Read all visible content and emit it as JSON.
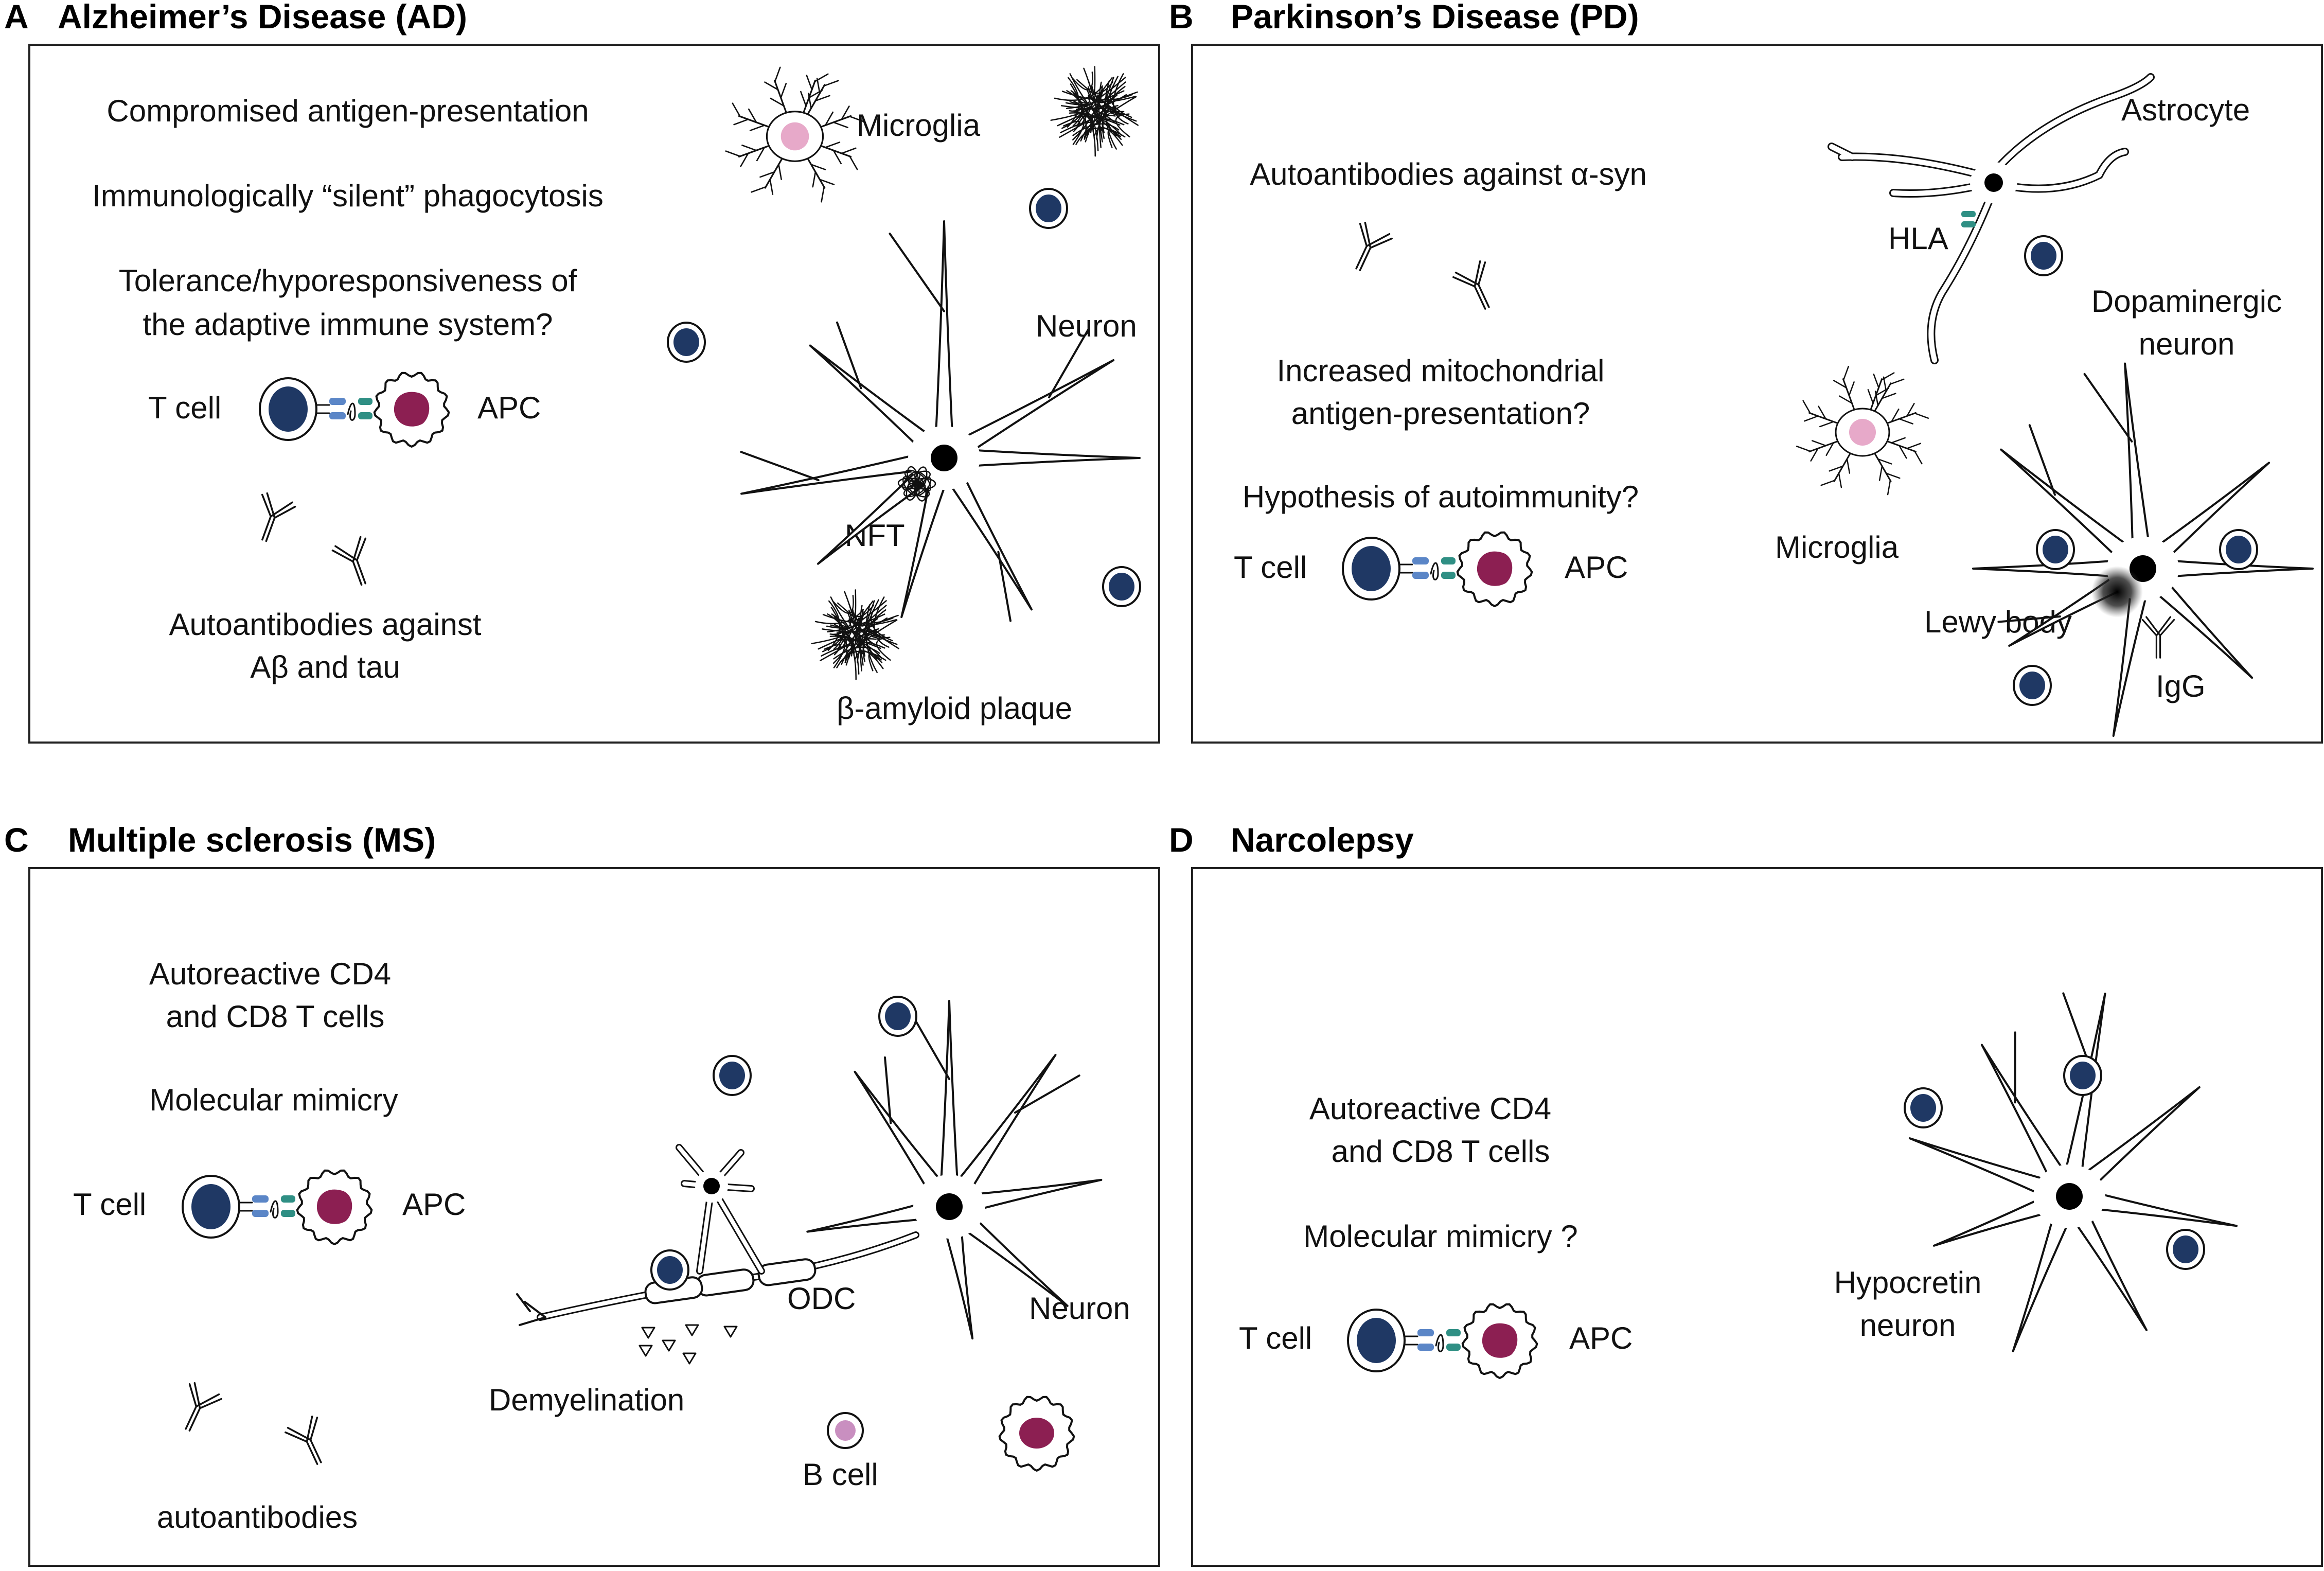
{
  "colors": {
    "nucleus_dark": "#1f3864",
    "apc_nucleus": "#8c1f52",
    "microglia_nucleus": "#e7a9c9",
    "b_cell_nucleus": "#c98fc0",
    "tcr_blue": "#5b86c7",
    "mhc_teal": "#2f8f84",
    "line": "#111111"
  },
  "panels": {
    "a": {
      "letter": "A",
      "title": "Alzheimer’s Disease (AD)",
      "text": {
        "antigen": "Compromised antigen-presentation",
        "phagocytosis": "Immunologically “silent” phagocytosis",
        "tolerance_1": "Tolerance/hyporesponsiveness of",
        "tolerance_2": "the adaptive immune system?",
        "t_cell": "T cell",
        "apc": "APC",
        "autoantibodies_1": "Autoantibodies against",
        "autoantibodies_2": "Aβ and tau",
        "microglia": "Microglia",
        "neuron": "Neuron",
        "nft": "NFT",
        "plaque": "β-amyloid plaque"
      }
    },
    "b": {
      "letter": "B",
      "title": "Parkinson’s Disease (PD)",
      "text": {
        "autoantibodies": "Autoantibodies against α-syn",
        "mito_1": "Increased mitochondrial",
        "mito_2": "antigen-presentation?",
        "hypothesis": "Hypothesis of autoimmunity?",
        "t_cell": "T cell",
        "apc": "APC",
        "astrocyte": "Astrocyte",
        "hla": "HLA",
        "dopa_1": "Dopaminergic",
        "dopa_2": "neuron",
        "microglia": "Microglia",
        "lewy": "Lewy body",
        "igg": "IgG"
      }
    },
    "c": {
      "letter": "C",
      "title": "Multiple sclerosis (MS)",
      "text": {
        "autoreactive_1": "Autoreactive CD4",
        "autoreactive_2": "and CD8 T cells",
        "mimicry": "Molecular mimicry",
        "t_cell": "T cell",
        "apc": "APC",
        "autoantibodies": "autoantibodies",
        "demyelination": "Demyelination",
        "odc": "ODC",
        "neuron": "Neuron",
        "b_cell": "B cell"
      }
    },
    "d": {
      "letter": "D",
      "title": "Narcolepsy",
      "text": {
        "autoreactive_1": "Autoreactive CD4",
        "autoreactive_2": "and CD8 T cells",
        "mimicry": "Molecular mimicry ?",
        "t_cell": "T cell",
        "apc": "APC",
        "hypocretin_1": "Hypocretin",
        "hypocretin_2": "neuron"
      }
    }
  }
}
